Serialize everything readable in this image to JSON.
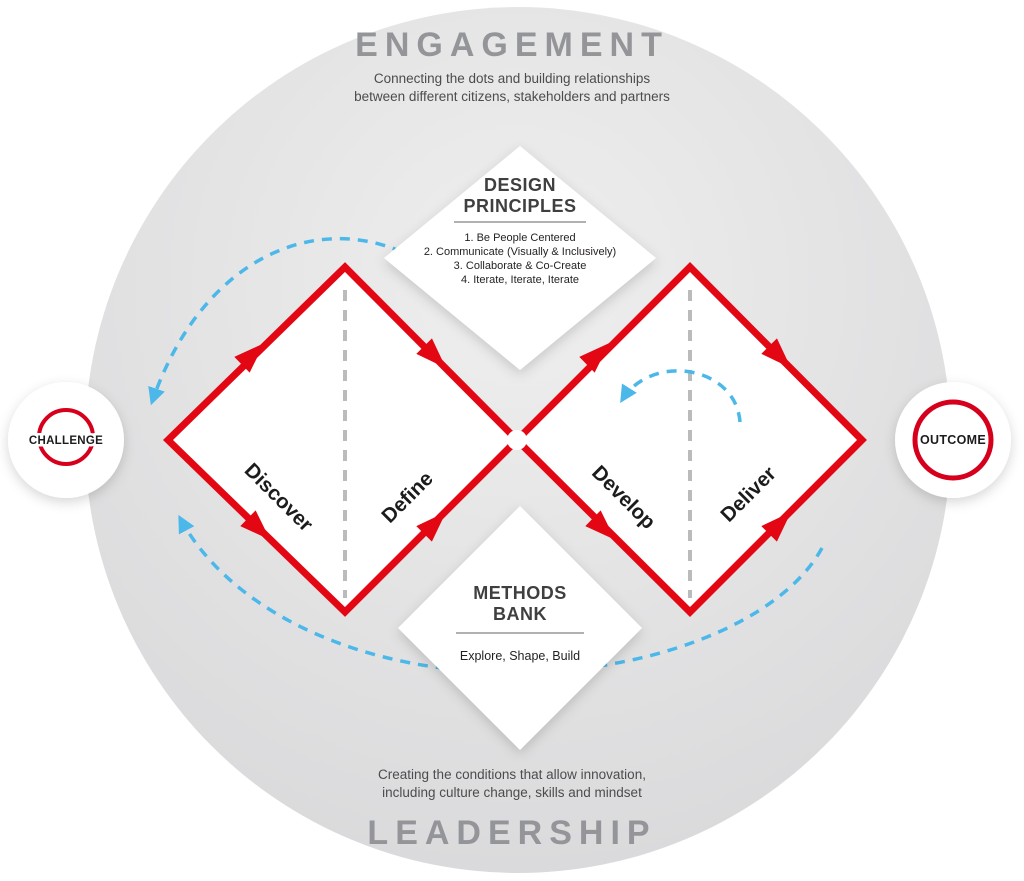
{
  "engagement": {
    "title": "ENGAGEMENT",
    "subtitle1": "Connecting the dots and building relationships",
    "subtitle2": "between different citizens, stakeholders and partners"
  },
  "leadership": {
    "title": "LEADERSHIP",
    "subtitle1": "Creating the conditions that allow innovation,",
    "subtitle2": "including culture change, skills and mindset"
  },
  "design_principles": {
    "title1": "DESIGN",
    "title2": "PRINCIPLES",
    "item1": "1. Be People Centered",
    "item2": "2. Communicate (Visually & Inclusively)",
    "item3": "3. Collaborate & Co-Create",
    "item4": "4. Iterate, Iterate, Iterate"
  },
  "methods_bank": {
    "title1": "METHODS",
    "title2": "BANK",
    "items": "Explore, Shape, Build"
  },
  "nodes": {
    "challenge": "CHALLENGE",
    "outcome": "OUTCOME"
  },
  "phases": {
    "discover": "Discover",
    "define": "Define",
    "develop": "Develop",
    "deliver": "Deliver"
  },
  "colors": {
    "red": "#e30613",
    "blue": "#4cb8e9",
    "title_gray": "#939598",
    "circle_light": "#eeeeee",
    "circle_dark": "#d8d8da"
  }
}
